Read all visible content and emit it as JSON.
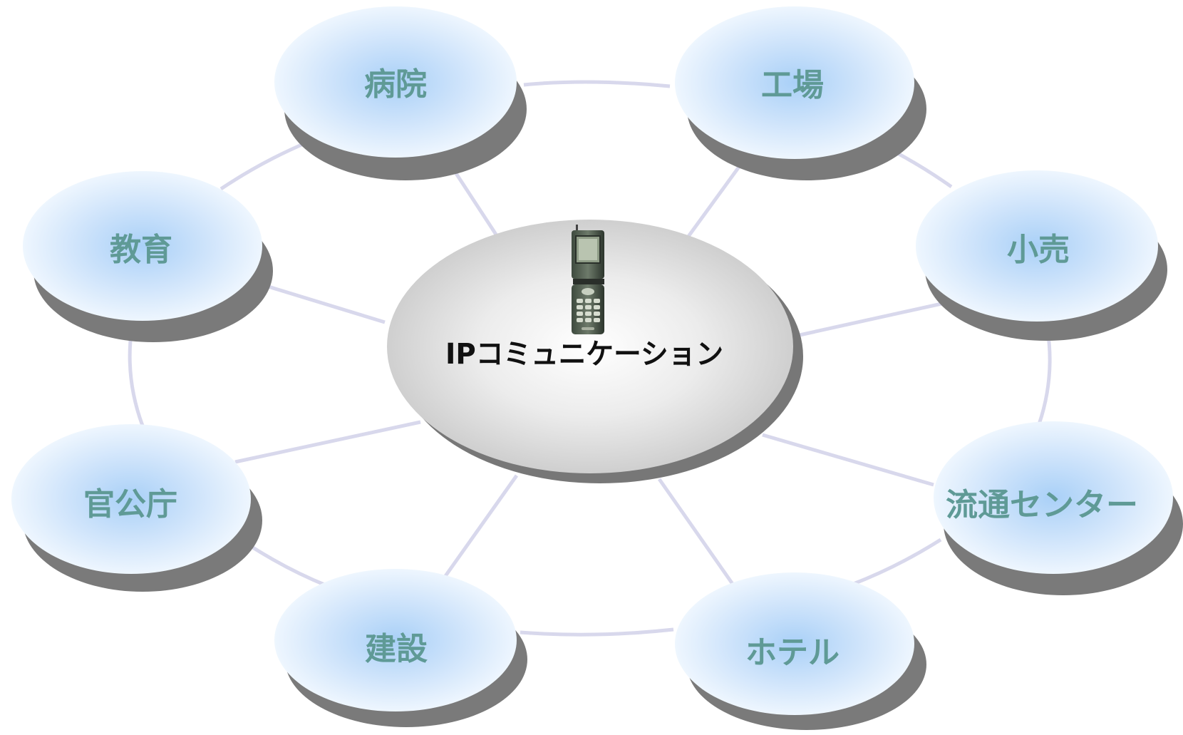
{
  "diagram": {
    "center": {
      "label": "IPコミュニケーション",
      "icon": "mobile-phone-icon"
    },
    "nodes": [
      {
        "id": "hospital",
        "label": "病院"
      },
      {
        "id": "factory",
        "label": "工場"
      },
      {
        "id": "retail",
        "label": "小売"
      },
      {
        "id": "distribution",
        "label": "流通センター"
      },
      {
        "id": "hotel",
        "label": "ホテル"
      },
      {
        "id": "construction",
        "label": "建設"
      },
      {
        "id": "government",
        "label": "官公庁"
      },
      {
        "id": "education",
        "label": "教育"
      }
    ]
  },
  "colors": {
    "node_text": "#5f9a96",
    "node_glow": "#a8cff5",
    "edge": "#d8d8ec",
    "shadow": "#7a7a7a",
    "center_fill": "#d9d9d9"
  }
}
